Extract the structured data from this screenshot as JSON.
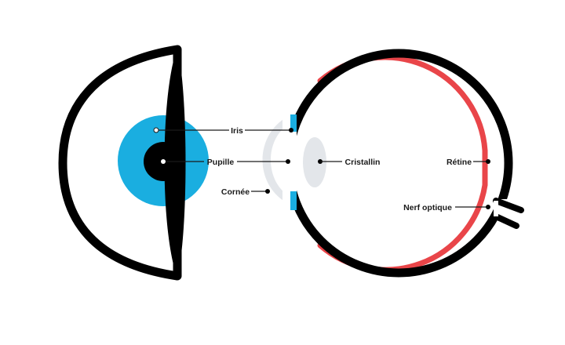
{
  "labels": {
    "iris": "Iris",
    "pupille": "Pupille",
    "cornee": "Cornée",
    "cristallin": "Cristallin",
    "retine": "Rétine",
    "nerf_optique": "Nerf optique"
  },
  "colors": {
    "outline": "#000000",
    "iris": "#1aaee0",
    "pupil": "#000000",
    "retina": "#e94549",
    "cornea": "#e3e6ea",
    "lens": "#e3e6ea",
    "leader": "#1a1a1a",
    "background": "#ffffff"
  }
}
